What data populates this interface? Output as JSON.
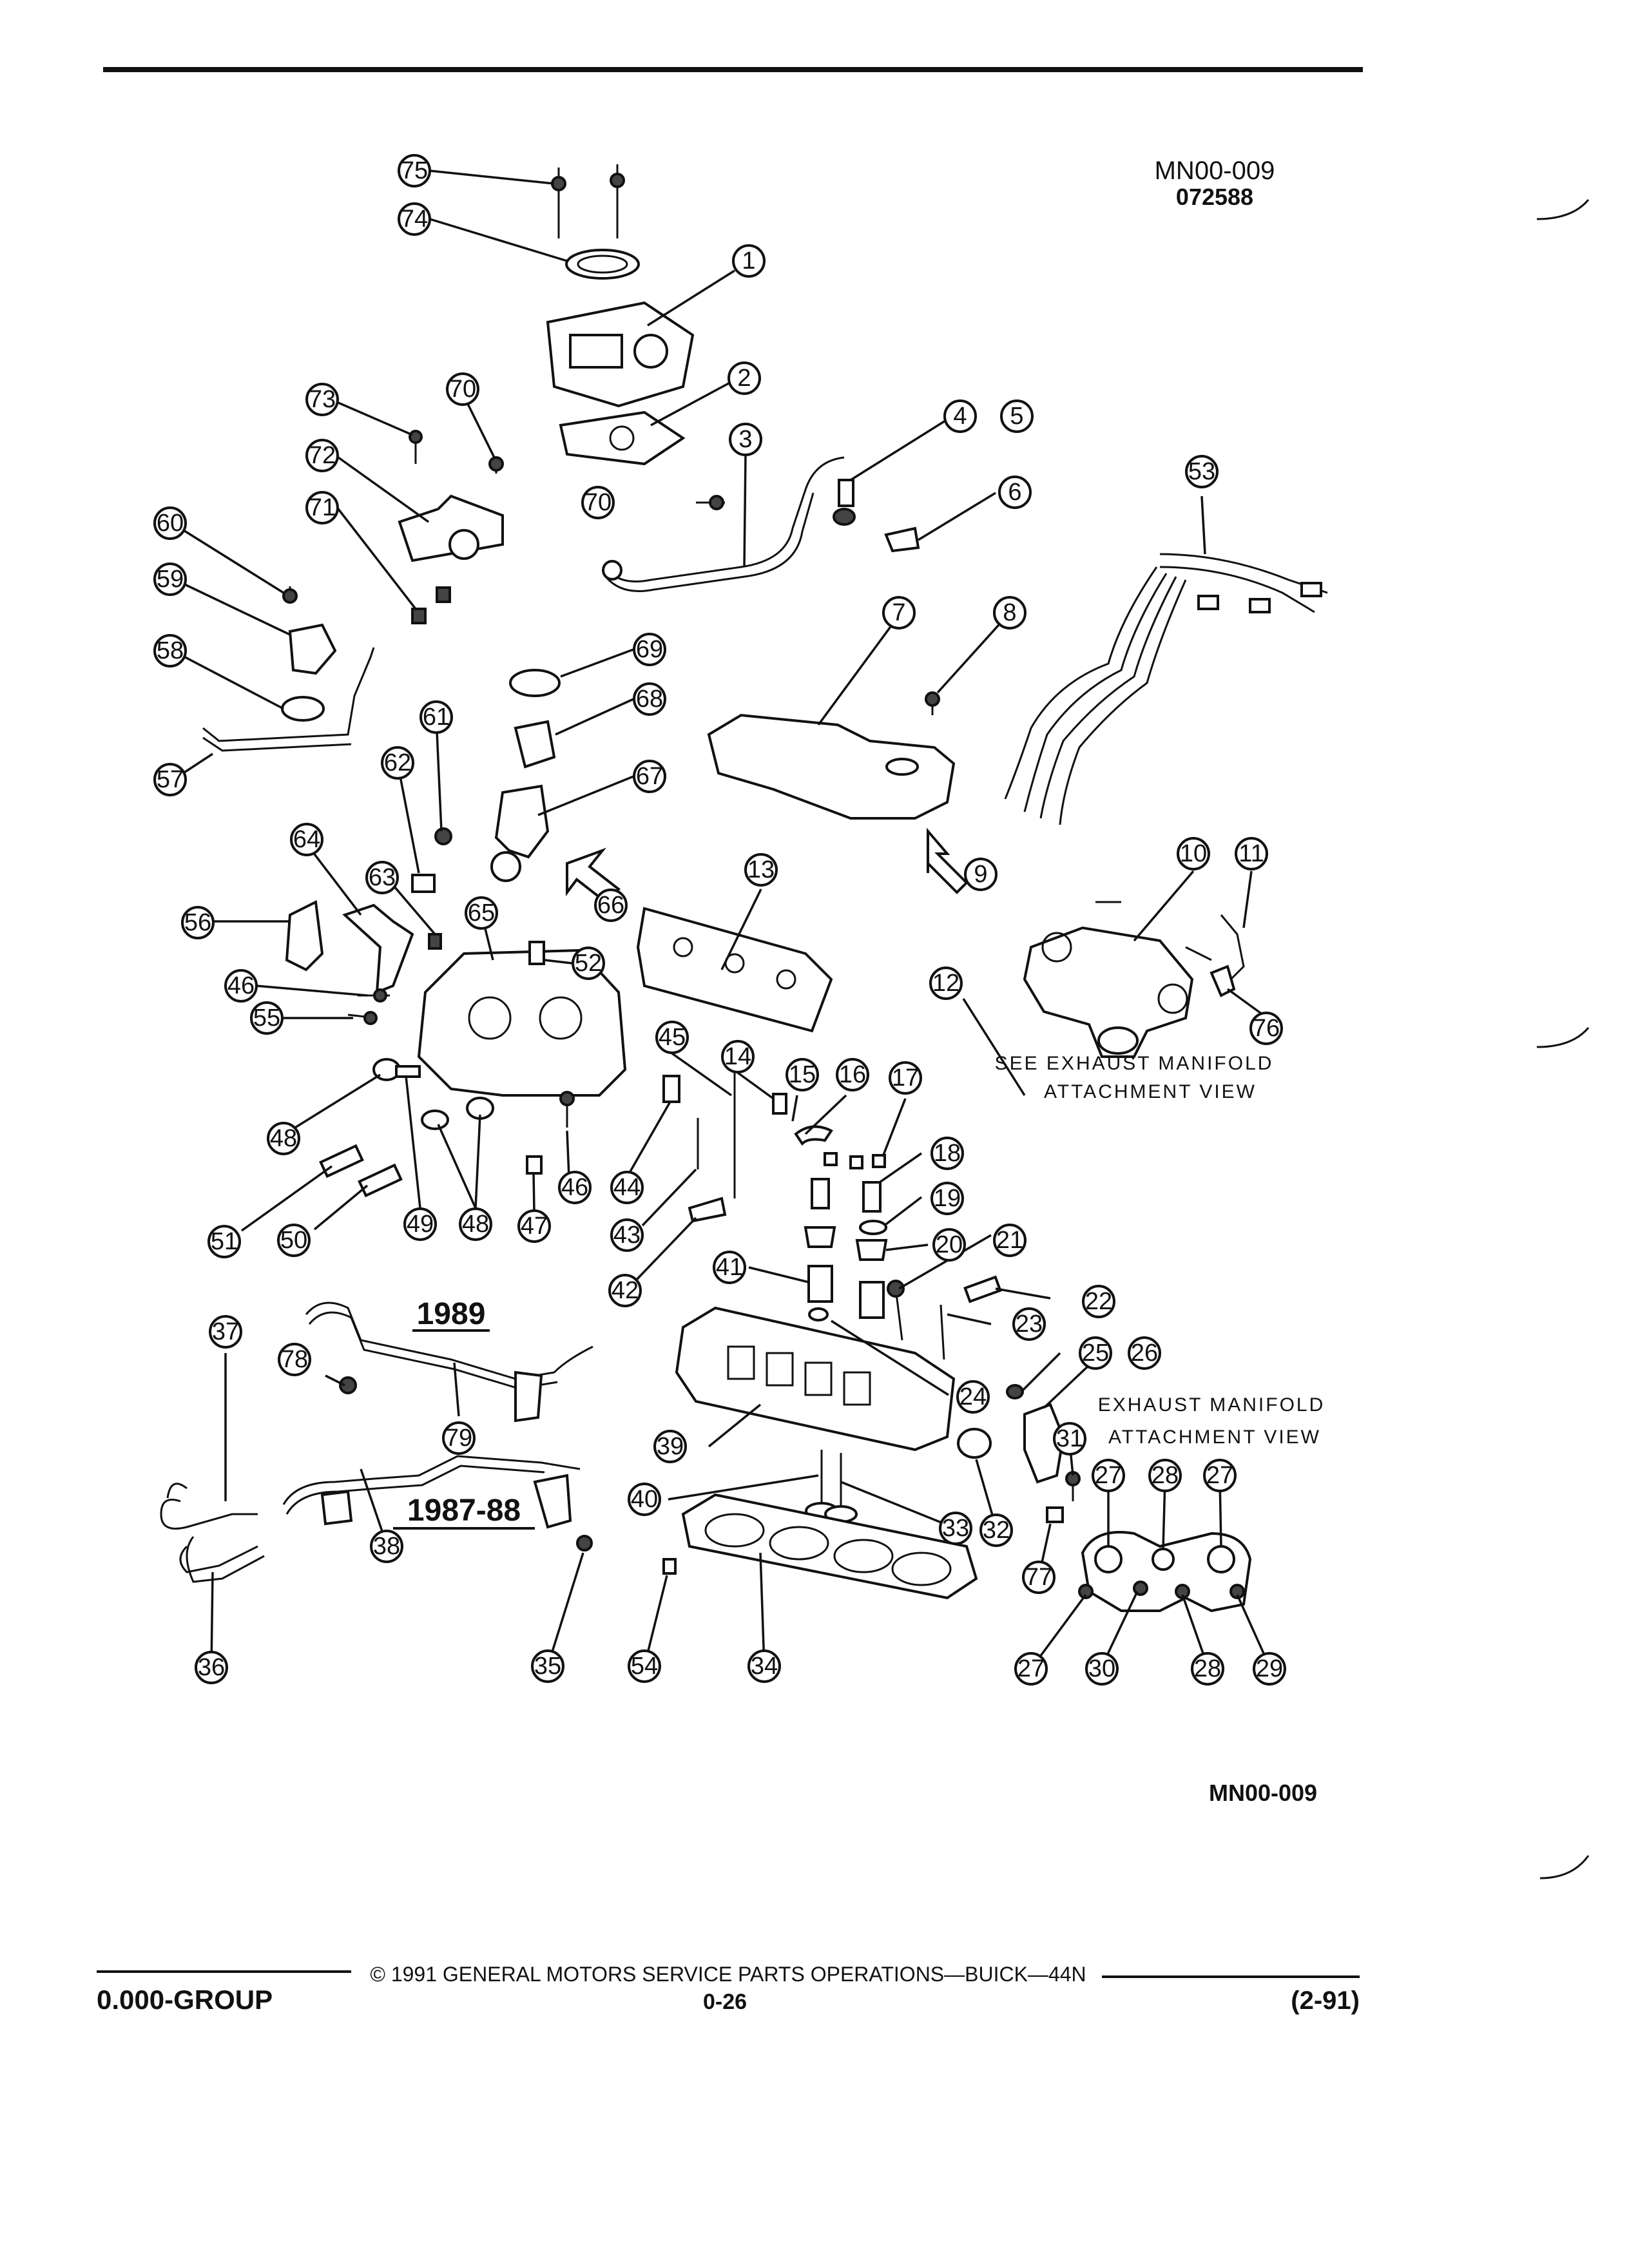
{
  "page": {
    "figure_id": "MN00-009",
    "figure_date": "072588",
    "figure_id_bottom": "MN00-009",
    "footer_group": "0.000-GROUP",
    "footer_copyright": "© 1991 GENERAL MOTORS SERVICE PARTS OPERATIONS—BUICK—44N",
    "footer_page": "0-26",
    "footer_date": "(2-91)"
  },
  "labels": {
    "year_1989": "1989",
    "year_1987_88": "1987-88",
    "see_exhaust_1": "SEE EXHAUST MANIFOLD",
    "see_exhaust_2": "ATTACHMENT VIEW",
    "exhaust_view_1": "EXHAUST MANIFOLD",
    "exhaust_view_2": "ATTACHMENT VIEW"
  },
  "callouts": [
    "75",
    "74",
    "1",
    "2",
    "73",
    "70",
    "72",
    "71",
    "3",
    "4",
    "5",
    "6",
    "70",
    "60",
    "59",
    "58",
    "57",
    "69",
    "68",
    "61",
    "62",
    "67",
    "7",
    "8",
    "53",
    "9",
    "64",
    "63",
    "65",
    "66",
    "56",
    "52",
    "13",
    "46",
    "55",
    "45",
    "14",
    "15",
    "16",
    "17",
    "12",
    "10",
    "11",
    "76",
    "48",
    "51",
    "50",
    "49",
    "48",
    "47",
    "46",
    "44",
    "43",
    "42",
    "18",
    "19",
    "20",
    "21",
    "41",
    "22",
    "23",
    "37",
    "78",
    "79",
    "39",
    "24",
    "25",
    "26",
    "31",
    "27",
    "28",
    "27",
    "38",
    "40",
    "33",
    "32",
    "77",
    "36",
    "35",
    "54",
    "34",
    "27",
    "30",
    "28",
    "29"
  ]
}
